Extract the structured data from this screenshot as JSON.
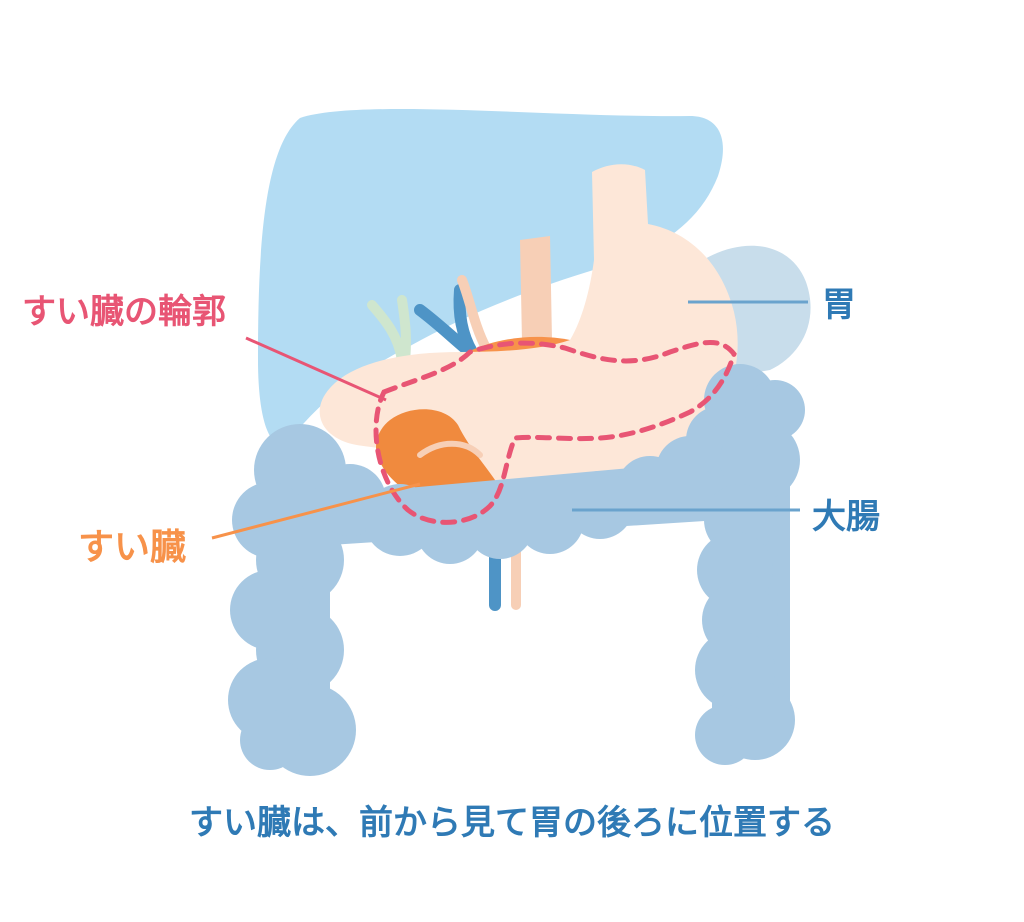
{
  "labels": {
    "pancreas_outline": "すい臓の輪郭",
    "pancreas": "すい臓",
    "stomach": "胃",
    "colon": "大腸"
  },
  "caption": "すい臓は、前から見て胃の後ろに位置する",
  "colors": {
    "liver": "#b3dcf3",
    "spleen": "#c8ddeb",
    "stomach": "#fde7d8",
    "pancreas": "#f7924a",
    "pancreas_dark": "#f08a3e",
    "colon": "#a7c8e2",
    "vessel_blue": "#4e94c6",
    "vessel_light": "#cfe6ce",
    "esophagus": "#f7cfb6",
    "outline_pink": "#e85574",
    "label_pink": "#e85574",
    "label_orange": "#f7924a",
    "label_blue": "#2f7ab5",
    "leader_blue": "#6aa3cd"
  },
  "icons": [
    "liver-shape",
    "stomach-shape",
    "pancreas-shape",
    "colon-shape",
    "spleen-shape"
  ]
}
